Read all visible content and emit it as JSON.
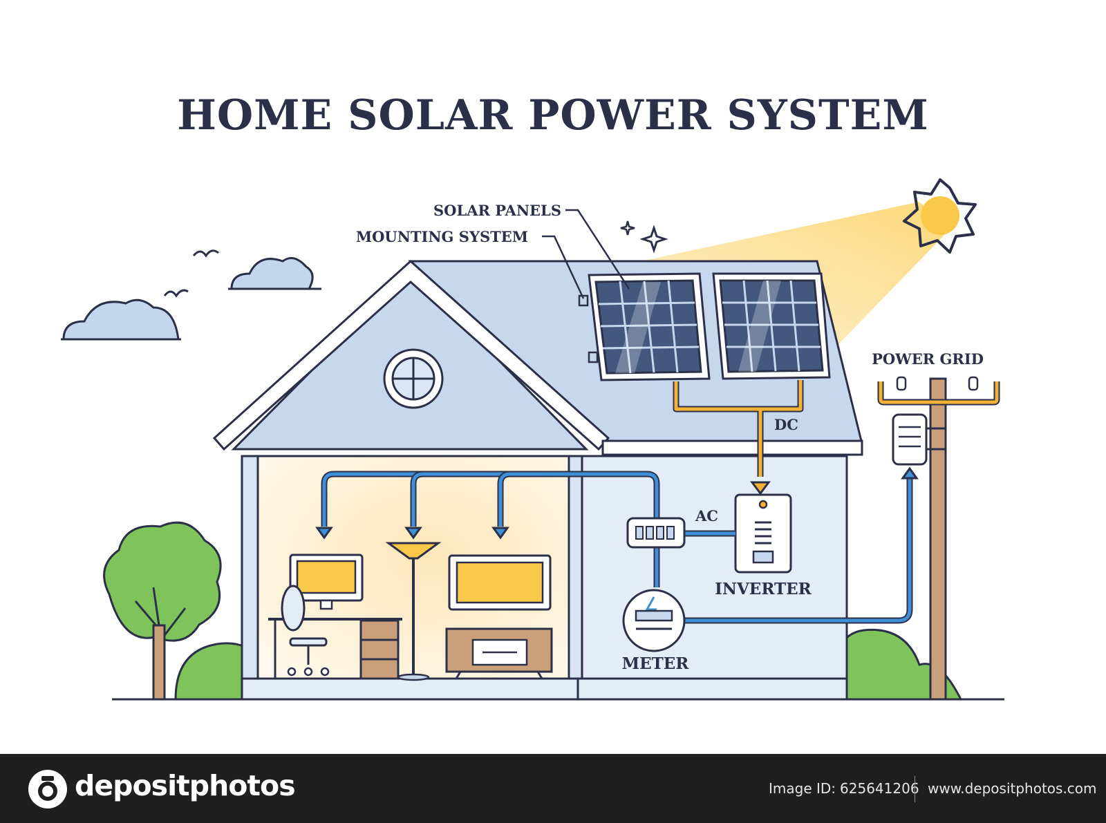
{
  "title": "HOME SOLAR POWER SYSTEM",
  "labels": {
    "solar_panels": "SOLAR PANELS",
    "mounting_system": "MOUNTING SYSTEM",
    "power_grid": "POWER GRID",
    "dc": "DC",
    "ac": "AC",
    "inverter": "INVERTER",
    "meter": "METER"
  },
  "footer": {
    "brand": "depositphotos",
    "image_id_label": "Image ID:",
    "image_id": "625641206",
    "site": "www.depositphotos.com"
  },
  "colors": {
    "outline": "#2b3048",
    "roof": "#c7d8ee",
    "wall": "#e4ecf7",
    "blue_wire": "#3f8fd6",
    "dc_wire": "#f3b234",
    "sun": "#fbc94a",
    "tree": "#7fc45a",
    "trunk": "#c9a07a"
  }
}
